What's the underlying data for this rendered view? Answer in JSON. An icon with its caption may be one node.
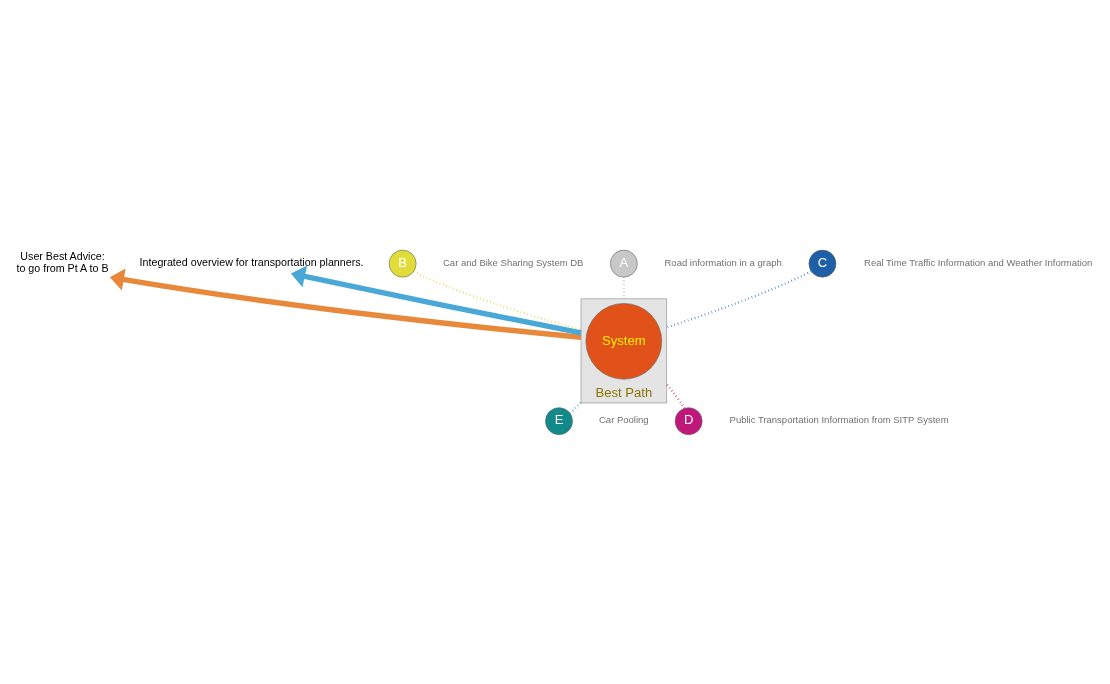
{
  "diagram": {
    "nodes": [
      {
        "text": [
          "Best Path"
        ]
      },
      {
        "text": [
          "System"
        ],
        "in": 0
      },
      {
        "text": [
          "B"
        ],
        "beside": [
          "Car and Bike Sharing System DB"
        ]
      },
      {
        "text": [
          "A"
        ],
        "beside": [
          "Road information in a graph"
        ]
      },
      {
        "text": [
          "C"
        ],
        "beside": [
          "Real Time Traffic Information and Weather Information"
        ]
      },
      {
        "text": [
          "E"
        ],
        "beside": [
          "Car Pooling"
        ]
      },
      {
        "text": [
          "D"
        ],
        "beside": [
          "Public Transportation Information from SITP System"
        ]
      },
      {
        "text": [
          "User Best Advice:",
          "to go from Pt A to B"
        ]
      },
      {
        "text": [
          "Integrated overview for transportation planners."
        ]
      }
    ],
    "edges": [
      {
        "from": 0,
        "to": 7,
        "arrow": "to",
        "style": "thick",
        "color": "#e8883a"
      },
      {
        "from": 0,
        "to": 8,
        "arrow": "to",
        "style": "thick",
        "color": "#4aa8d8"
      },
      {
        "from": 2,
        "to": 0,
        "arrow": "none",
        "style": "dashed",
        "color": "#d8d430"
      },
      {
        "from": 3,
        "to": 0,
        "arrow": "none",
        "style": "dashed",
        "color": "#b0b0b0"
      },
      {
        "from": 4,
        "to": 0,
        "arrow": "none",
        "style": "dashed",
        "color": "#1f6fc8"
      },
      {
        "from": 5,
        "to": 0,
        "arrow": "none",
        "style": "dashed",
        "color": "#1a9a9a"
      },
      {
        "from": 6,
        "to": 0,
        "arrow": "none",
        "style": "dashed",
        "color": "#c8187a"
      }
    ]
  }
}
